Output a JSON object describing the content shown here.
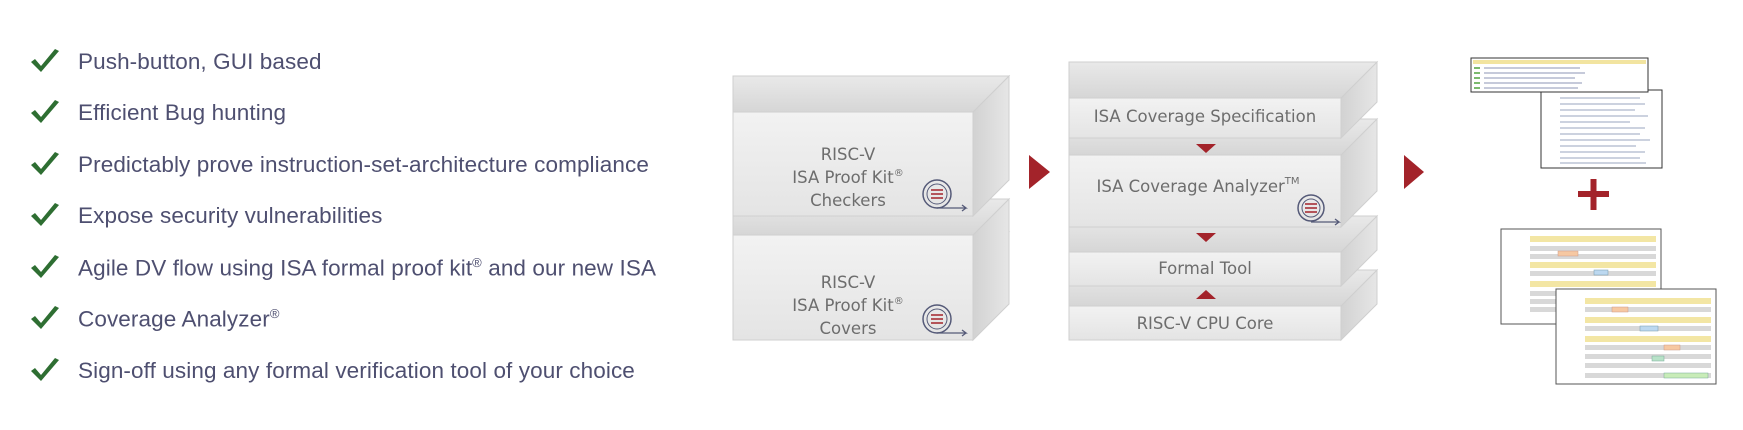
{
  "features": [
    {
      "text": "Push-button, GUI based"
    },
    {
      "text": "Efficient Bug hunting"
    },
    {
      "text": "Predictably prove instruction-set-architecture compliance"
    },
    {
      "text": "Expose security vulnerabilities"
    },
    {
      "text": "Agile DV flow using ISA formal proof kit",
      "sup": "®",
      "after": " and our new ISA"
    },
    {
      "text": "Coverage Analyzer",
      "sup": "®"
    },
    {
      "text": "Sign-off using any formal verification tool of your choice"
    }
  ],
  "proof_kit": {
    "checkers": {
      "line1": "RISC-V",
      "line2": "ISA Proof Kit",
      "sup": "®",
      "line3": "Checkers"
    },
    "covers": {
      "line1": "RISC-V",
      "line2": "ISA Proof Kit",
      "sup": "®",
      "line3": "Covers"
    }
  },
  "stack": {
    "spec": "ISA Coverage Specification",
    "analyzer": "ISA Coverage Analyzer",
    "analyzer_sup": "TM",
    "formal_tool": "Formal Tool",
    "cpu_core": "RISC-V CPU Core"
  },
  "colors": {
    "check_green": "#2e6e32",
    "text": "#4e4f70",
    "arrow_red": "#a3232a",
    "box_face": "#ebebeb",
    "box_top": "#dadada",
    "label_gray": "#6d6d6d"
  },
  "icons": [
    "checkmark-icon",
    "arrow-right-icon",
    "arrow-down-icon",
    "arrow-up-icon",
    "plus-icon",
    "spiral-logo-icon"
  ]
}
